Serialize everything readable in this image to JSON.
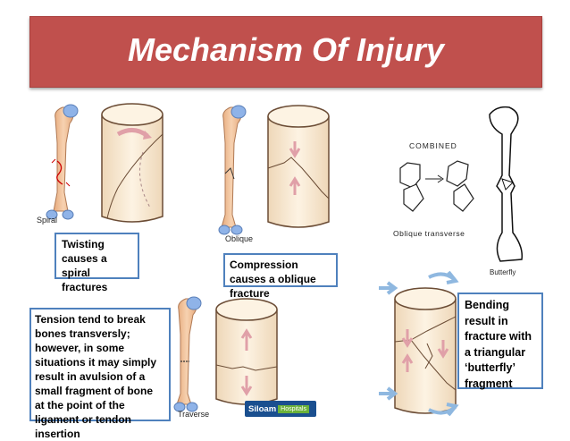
{
  "title": "Mechanism Of Injury",
  "figures": {
    "spiral_label": "Spiral",
    "oblique_label": "Oblique",
    "traverse_label": "Traverse",
    "combined_label": "COMBINED",
    "oblique_transverse_label": "Oblique transverse",
    "butterfly_label": "Butterfly"
  },
  "captions": {
    "twisting": "Twisting causes a spiral fractures",
    "compression": "Compression causes a oblique fracture",
    "tension": "Tension tend to break bones transversly; however, in some situations it may simply result in avulsion of a small fragment of bone at the point of the ligament or tendon insertion",
    "bending": "Bending result in fracture with a triangular ‘butterfly’ fragment"
  },
  "logo": {
    "name": "Siloam",
    "sub": "Hospitals"
  },
  "colors": {
    "banner": "#c0504d",
    "caption_border": "#4f81bd",
    "bone": "#f2c39d",
    "bone_end": "#8fb3e8",
    "cylinder": "#fbecd5",
    "arrow": "#e0a0a8",
    "blue_arrow": "#8fb8e0"
  }
}
